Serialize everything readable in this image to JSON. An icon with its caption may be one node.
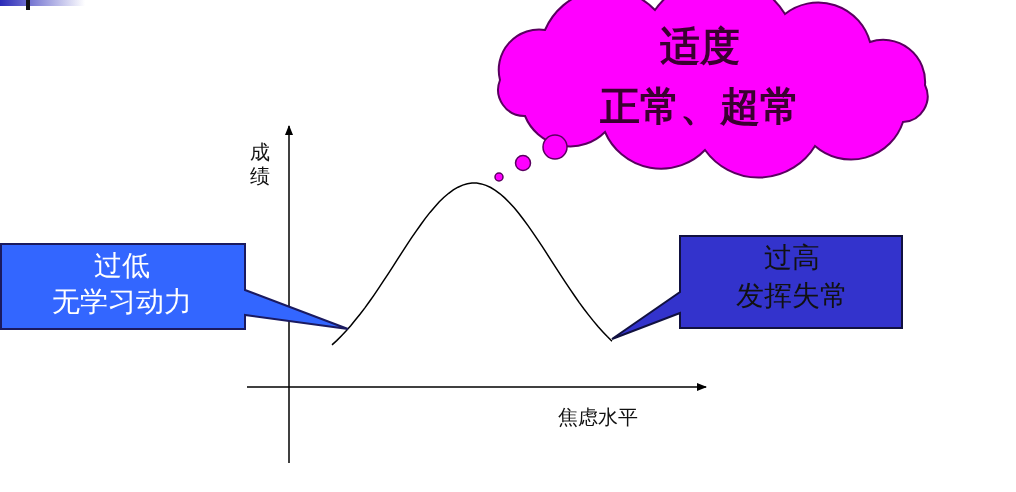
{
  "diagram": {
    "nodes": [
      {
        "text": [
          "适度",
          "正常、超常"
        ]
      },
      {
        "text": [
          "过低",
          "无学习动力"
        ]
      },
      {
        "text": [
          "过高",
          "发挥失常"
        ]
      }
    ],
    "labels": [
      "成绩",
      "焦虑水平"
    ]
  }
}
